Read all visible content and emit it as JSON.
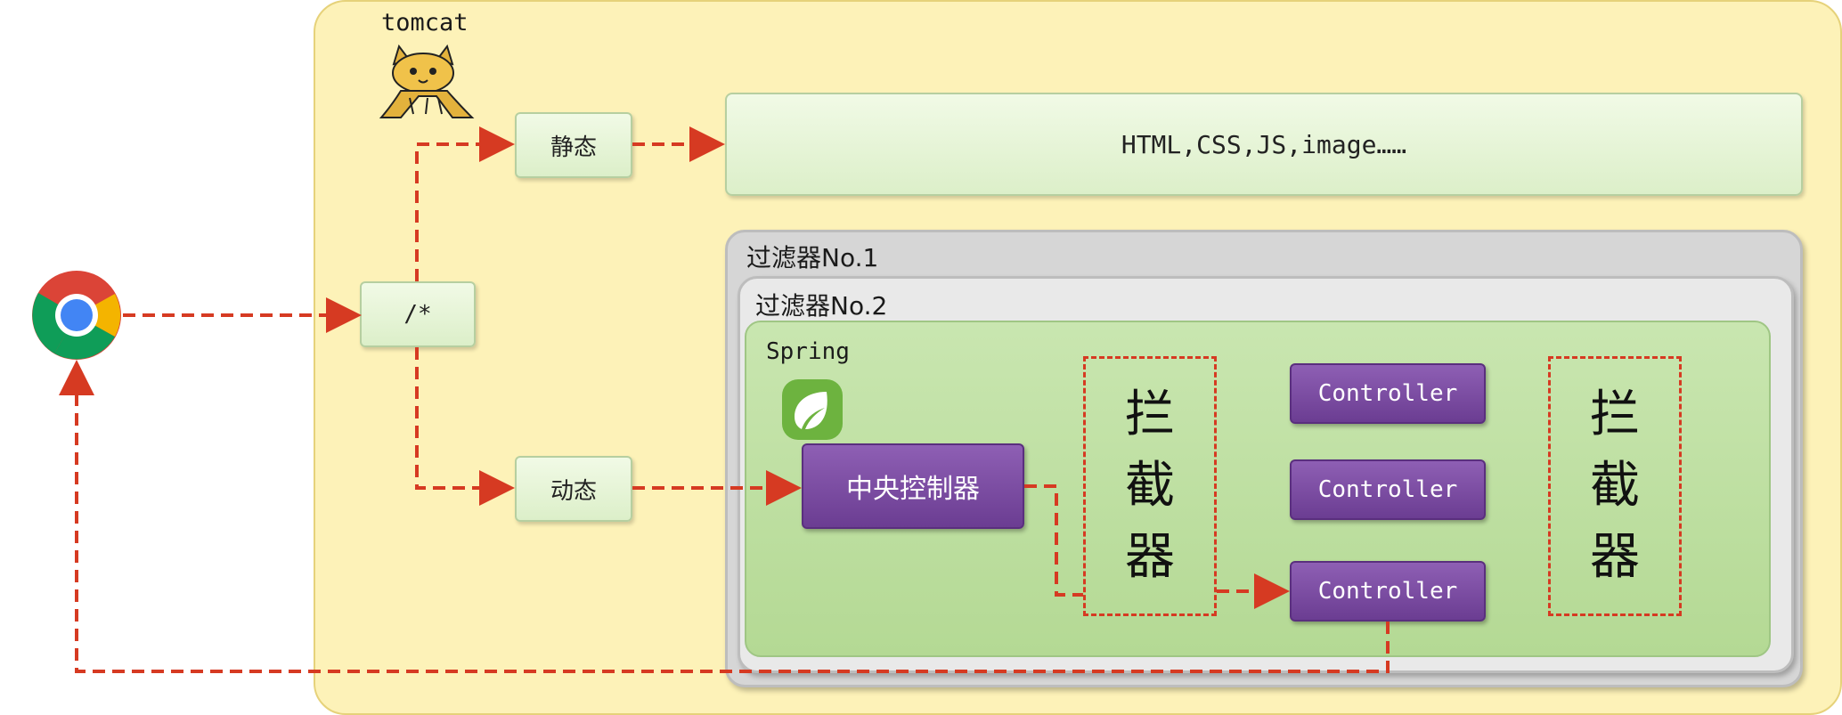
{
  "tomcat": {
    "label": "tomcat",
    "logo_icon": "tomcat-cat-icon"
  },
  "router": {
    "root_label": "/*",
    "static_label": "静态",
    "dynamic_label": "动态"
  },
  "resources": {
    "label": "HTML,CSS,JS,image……"
  },
  "filters": {
    "filter1_label": "过滤器No.1",
    "filter2_label": "过滤器No.2"
  },
  "spring": {
    "label": "Spring",
    "logo_icon": "spring-leaf-icon",
    "dispatcher_label": "中央控制器",
    "controllers": [
      "Controller",
      "Controller",
      "Controller"
    ],
    "interceptor_chars": [
      "拦",
      "截",
      "器"
    ]
  },
  "browser": {
    "icon": "chrome-browser-icon"
  },
  "colors": {
    "tomcat_bg": "#fdf2b8",
    "arrow_red": "#d63a22",
    "controller_purple": "#7b4ba3",
    "spring_green": "#b4d994",
    "filter_gray": "#d6d6d6"
  }
}
